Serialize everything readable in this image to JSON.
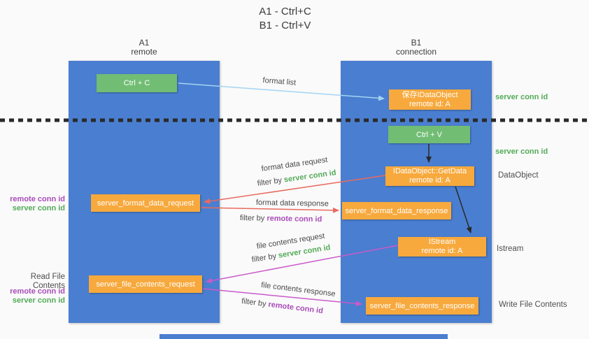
{
  "title": {
    "line1": "A1 - Ctrl+C",
    "line2": "B1 - Ctrl+V"
  },
  "columns": {
    "left": {
      "id": "A1",
      "role": "remote"
    },
    "right": {
      "id": "B1",
      "role": "connection"
    }
  },
  "boxes": {
    "ctrl_c": {
      "label": "Ctrl + C"
    },
    "save_dataobject": {
      "line1": "保存IDataObject",
      "line2": "remote id: A"
    },
    "ctrl_v": {
      "label": "Ctrl + V"
    },
    "getdata": {
      "line1": "IDataObject::GetData",
      "line2": "remote id: A"
    },
    "format_request": {
      "label": "server_format_data_request"
    },
    "format_response": {
      "label": "server_format_data_response"
    },
    "istream": {
      "line1": "IStream",
      "line2": "remote id: A"
    },
    "file_request": {
      "label": "server_file_contents_request"
    },
    "file_response": {
      "label": "server_file_contents_response"
    }
  },
  "arrows": {
    "format_list": {
      "label": "format list"
    },
    "format_data_request": {
      "label": "format data request",
      "filter_prefix": "filter by ",
      "filter_key": "server conn id"
    },
    "format_data_response": {
      "label": "format data response",
      "filter_prefix": "filter by ",
      "filter_key": "remote conn id"
    },
    "file_contents_request": {
      "label": "file contents request",
      "filter_prefix": "filter by ",
      "filter_key": "server conn id"
    },
    "file_contents_response": {
      "label": "file contents response",
      "filter_prefix": "filter by ",
      "filter_key": "remote conn id"
    }
  },
  "side_labels": {
    "right": [
      {
        "text": "server conn id"
      },
      {
        "text": "server conn id"
      },
      {
        "text": "DataObject"
      },
      {
        "text": "Istream"
      },
      {
        "text": "Write File Contents"
      }
    ],
    "left": [
      {
        "text": "remote conn id"
      },
      {
        "text": "server conn id"
      },
      {
        "text": "Read File Contents"
      },
      {
        "text": "remote conn id"
      },
      {
        "text": "server conn id"
      }
    ]
  },
  "colors": {
    "lifeline_blue": "#4a7ed0",
    "box_green": "#71bd74",
    "box_orange": "#f7a93d",
    "green_text": "#52ab58",
    "purple_text": "#a84cb8",
    "red_arrow": "#e96a5f",
    "magenta_arrow": "#c95ac9",
    "lightblue_arrow": "#a3d4f2",
    "black_arrow": "#2a2a2a"
  }
}
